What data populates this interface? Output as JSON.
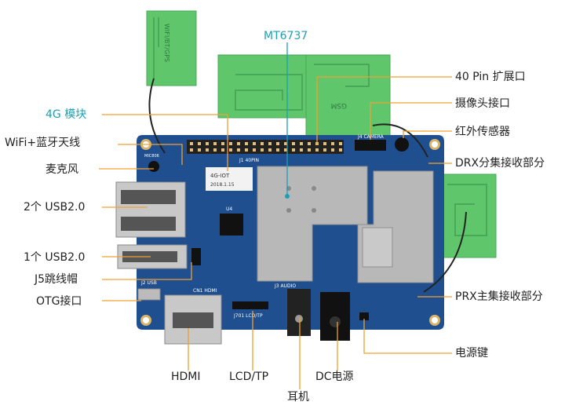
{
  "title": "MT6737",
  "left_labels": [
    {
      "text": "4G 模块"
    },
    {
      "text": "WiFi+蓝牙天线"
    },
    {
      "text": "麦克风"
    },
    {
      "text": "2个 USB2.0"
    },
    {
      "text": "1个 USB2.0"
    },
    {
      "text": "J5跳线帽"
    },
    {
      "text": "OTG接口"
    }
  ],
  "right_labels": [
    {
      "text": "40 Pin 扩展口"
    },
    {
      "text": "摄像头接口"
    },
    {
      "text": "红外传感器"
    },
    {
      "text": "DRX分集接收部分"
    },
    {
      "text": "PRX主集接收部分"
    },
    {
      "text": "电源键"
    }
  ],
  "bottom_labels": [
    {
      "text": "HDMI"
    },
    {
      "text": "LCD/TP"
    },
    {
      "text": "耳机"
    },
    {
      "text": "DC电源"
    }
  ],
  "board_text": {
    "antenna_wifi": "WIFI/BT/GPS",
    "antenna_gsm": "GSM",
    "chip_label_1": "4G-IOT",
    "chip_label_2": "2018.1.15",
    "mic": "MIC806",
    "wifi_bt": "WIFI/BT/GPS",
    "pins_label": "J1 40PIN",
    "camera_label": "J4 CAMERA",
    "hdmi_label": "CN1 HDMI",
    "lcd_label": "J701 LCD/TP",
    "audio_label": "J3 AUDIO",
    "usb_label": "J2 USB",
    "u4": "U4"
  },
  "colors": {
    "label_cyan": "#1ba0b3",
    "leader_orange": "#f0a030",
    "board_blue": "#1f4f8f",
    "antenna_green": "#5fc66c",
    "shield_gray": "#b8b8b8"
  }
}
